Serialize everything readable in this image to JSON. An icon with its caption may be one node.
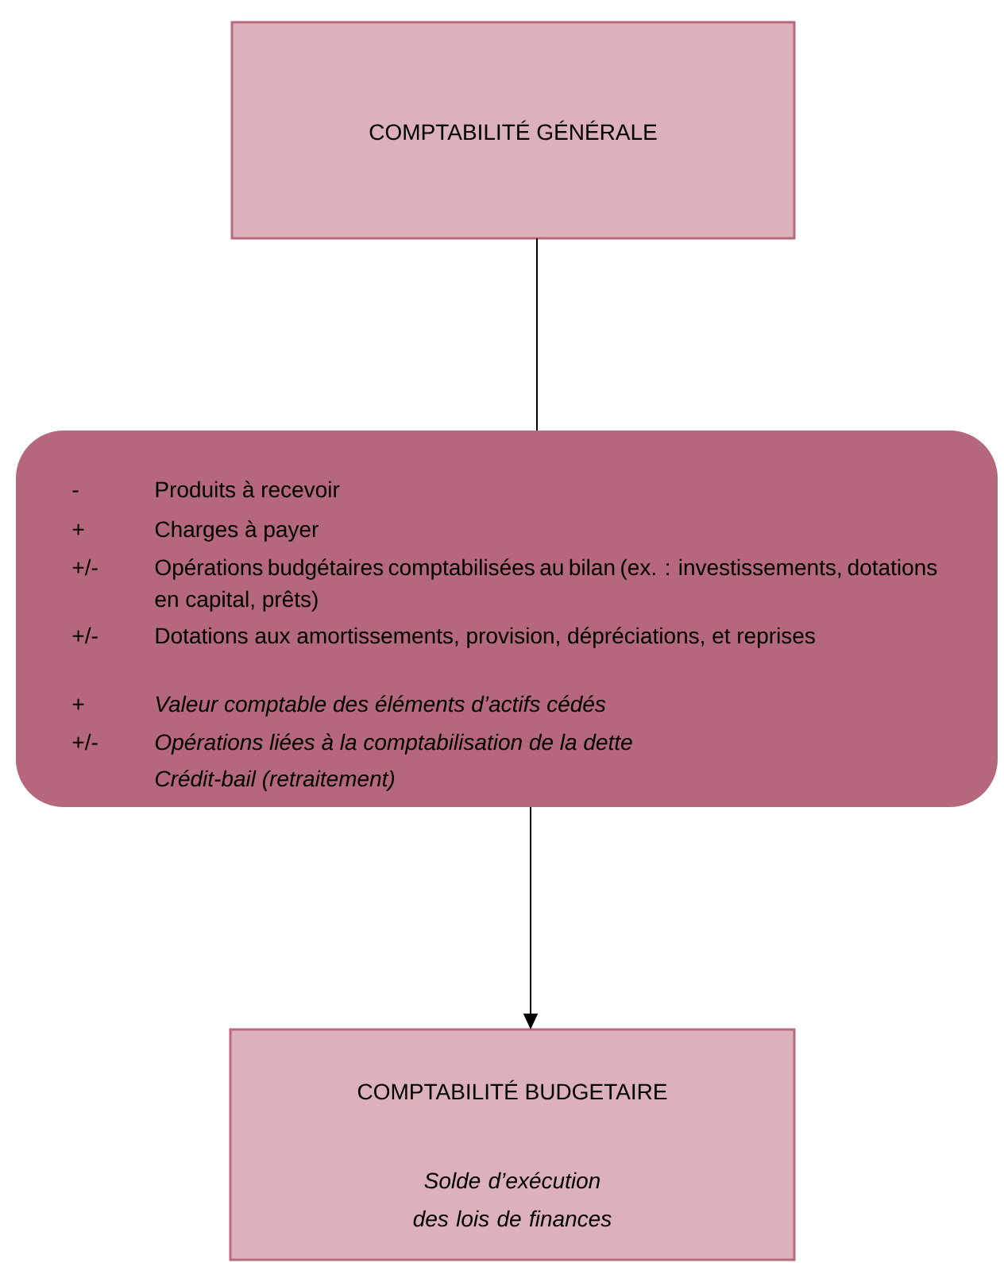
{
  "diagram": {
    "nodes": [
      {
        "text": [
          "COMPTABILITÉ GÉNÉRALE"
        ]
      },
      {
        "text": [
          "-",
          "Produits à recevoir",
          "+",
          "Charges à payer",
          "+/-",
          "Opérations budgétaires comptabilisées au bilan (ex. : investissements, dotations en capital, prêts)",
          "+/-",
          "Dotations aux amortissements, provision, dépréciations, et reprises",
          "+",
          "Valeur comptable des éléments d’actifs cédés",
          "+/-",
          "Opérations liées à la comptabilisation de la dette",
          "Crédit-bail (retraitement)"
        ]
      },
      {
        "text": [
          "COMPTABILITÉ BUDGETAIRE",
          "Solde d’exécution des lois de finances"
        ]
      }
    ],
    "edges": [
      {
        "from": 0,
        "to": 1,
        "arrow": "none"
      },
      {
        "from": 1,
        "to": 2,
        "arrow": "to"
      }
    ]
  }
}
